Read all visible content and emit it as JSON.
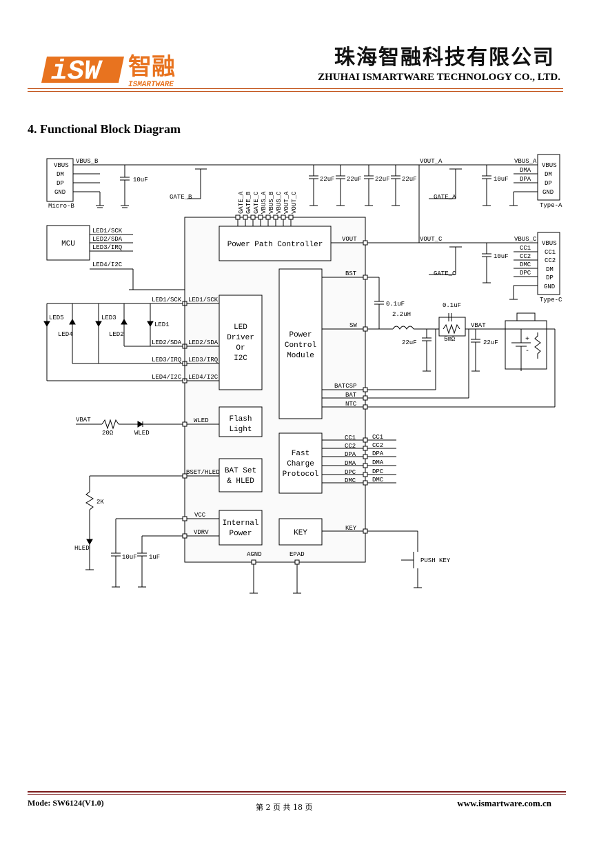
{
  "header": {
    "logo_letters": "iSW",
    "logo_cn": "智融",
    "logo_en": "ISMARTWARE",
    "company_cn": "珠海智融科技有限公司",
    "company_en": "ZHUHAI ISMARTWARE TECHNOLOGY CO., LTD."
  },
  "section_title": "4. Functional Block Diagram",
  "diagram": {
    "connectors": {
      "micro_b": {
        "pins": [
          "VBUS",
          "DM",
          "DP",
          "GND"
        ],
        "name": "Micro-B"
      },
      "type_a": {
        "pins": [
          "VBUS",
          "DM",
          "DP",
          "GND"
        ],
        "name": "Type-A"
      },
      "type_c": {
        "pins": [
          "VBUS",
          "CC1",
          "CC2",
          "DM",
          "DP",
          "GND"
        ],
        "name": "Type-C"
      }
    },
    "nets": {
      "vbus_b": "VBUS_B",
      "vout_a": "VOUT_A",
      "vbus_a": "VBUS_A",
      "dma": "DMA",
      "dpa": "DPA",
      "gate_b": "GATE_B",
      "gate_a": "GATE_A",
      "gate_c": "GATE_C",
      "vout_c": "VOUT_C",
      "vbus_c": "VBUS_C",
      "cc1": "CC1",
      "cc2": "CC2",
      "dmc": "DMC",
      "dpc": "DPC",
      "vbat": "VBAT",
      "led4_i2c": "LED4/I2C",
      "led1_sck": "LED1/SCK",
      "led2_sda": "LED2/SDA",
      "led3_irq": "LED3/IRQ"
    },
    "components": {
      "c10u": "10uF",
      "c22u": "22uF",
      "c22u_alt": "22uF",
      "c01u": "0.1uF",
      "l22": "2.2uH",
      "r5m": "5mΩ",
      "r20": "20Ω",
      "r2k": "2K",
      "c1u": "1uF",
      "wled": "WLED",
      "hled": "HLED",
      "push_key": "PUSH KEY",
      "mcu": "MCU",
      "led1": "LED1",
      "led2": "LED2",
      "led3": "LED3",
      "led4": "LED4",
      "led5": "LED5"
    },
    "gate_pins": [
      "GATE_A",
      "GATE_B",
      "GATE_C",
      "VBUS_A",
      "VBUS_B",
      "VBUS_C",
      "VOUT_A",
      "VOUT_C"
    ],
    "blocks": {
      "power_path": "Power Path Controller",
      "led_driver": [
        "LED",
        "Driver",
        "Or",
        "I2C"
      ],
      "power_control": [
        "Power",
        "Control",
        "Module"
      ],
      "flash": [
        "Flash",
        "Light"
      ],
      "bat_set": [
        "BAT Set",
        "& HLED"
      ],
      "internal_power": [
        "Internal",
        "Power"
      ],
      "fast_charge": [
        "Fast",
        "Charge",
        "Protocol"
      ],
      "key": "KEY"
    },
    "pins": {
      "vout": "VOUT",
      "bst": "BST",
      "sw": "SW",
      "batcsp": "BATCSP",
      "bat": "BAT",
      "ntc": "NTC",
      "cc1": "CC1",
      "cc2": "CC2",
      "dpa": "DPA",
      "dma": "DMA",
      "dpc": "DPC",
      "dmc": "DMC",
      "key": "KEY",
      "agnd": "AGND",
      "epad": "EPAD",
      "vcc": "VCC",
      "vdrv": "VDRV",
      "wled": "WLED",
      "bset": "BSET/HLED",
      "led1": "LED1/SCK",
      "led2": "LED2/SDA",
      "led3": "LED3/IRQ",
      "led4": "LED4/I2C"
    }
  },
  "footer": {
    "model": "Mode: SW6124(V1.0)",
    "page": "第 2 页 共 18 页",
    "url": "www.ismartware.com.cn"
  },
  "colors": {
    "brand_orange": "#e8731f",
    "rule": "#c04e12",
    "footer_rule": "#7a1a1a"
  }
}
